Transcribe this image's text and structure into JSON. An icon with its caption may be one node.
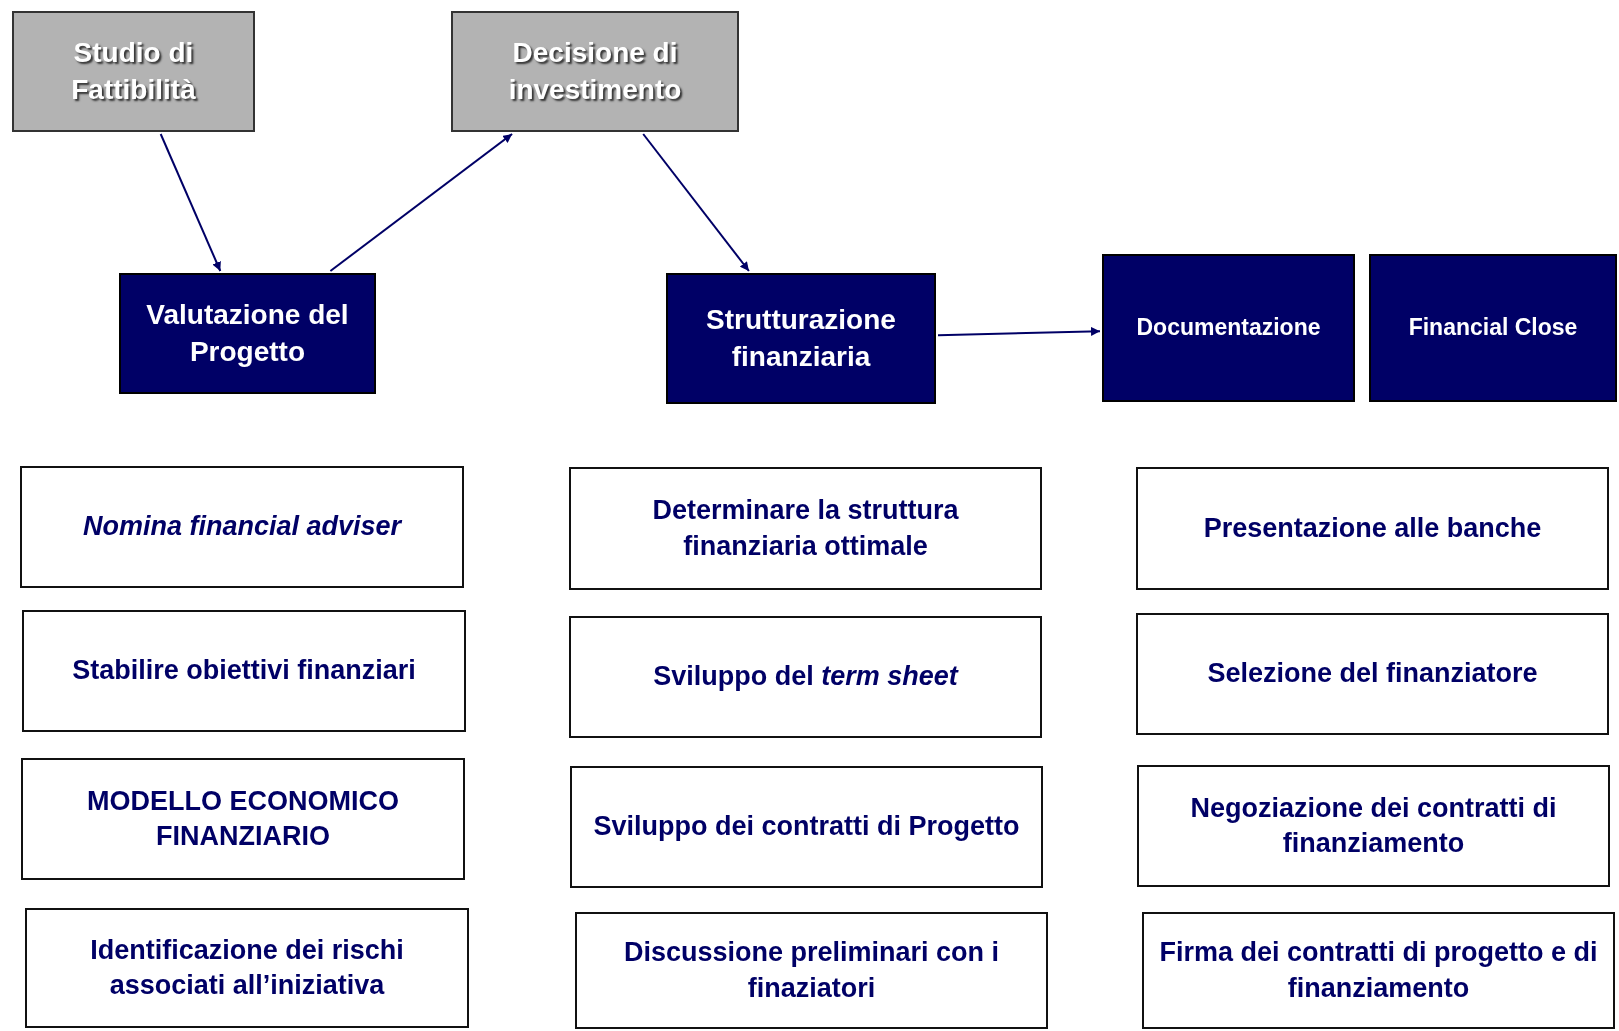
{
  "diagram": {
    "nodes": [
      {
        "text": [
          "Studio di Fattibilità"
        ]
      },
      {
        "text": [
          "Decisione di investimento"
        ]
      },
      {
        "text": [
          "Valutazione del Progetto"
        ]
      },
      {
        "text": [
          "Strutturazione finanziaria"
        ]
      },
      {
        "text": [
          "Documentazione"
        ]
      },
      {
        "text": [
          "Financial Close"
        ]
      },
      {
        "text": [
          "Nomina financial adviser"
        ]
      },
      {
        "text": [
          "Stabilire obiettivi finanziari"
        ]
      },
      {
        "text": [
          "MODELLO ECONOMICO FINANZIARIO"
        ]
      },
      {
        "text": [
          "Identificazione dei rischi associati all’iniziativa"
        ]
      },
      {
        "text": [
          "Determinare la struttura finanziaria ottimale"
        ]
      },
      {
        "text": [
          "Sviluppo del *term sheet*"
        ]
      },
      {
        "text": [
          "Sviluppo dei contratti di Progetto"
        ]
      },
      {
        "text": [
          "Discussione preliminari con i finaziatori"
        ]
      },
      {
        "text": [
          "Presentazione alle banche"
        ]
      },
      {
        "text": [
          "Selezione del finanziatore"
        ]
      },
      {
        "text": [
          "Negoziazione dei contratti di finanziamento"
        ]
      },
      {
        "text": [
          "Firma dei contratti di progetto e di finanziamento"
        ]
      }
    ],
    "edges": [
      {
        "from": 0,
        "to": 2,
        "arrow": "to"
      },
      {
        "from": 2,
        "to": 1,
        "arrow": "to"
      },
      {
        "from": 1,
        "to": 3,
        "arrow": "to"
      },
      {
        "from": 3,
        "to": 4,
        "arrow": "to"
      }
    ]
  }
}
